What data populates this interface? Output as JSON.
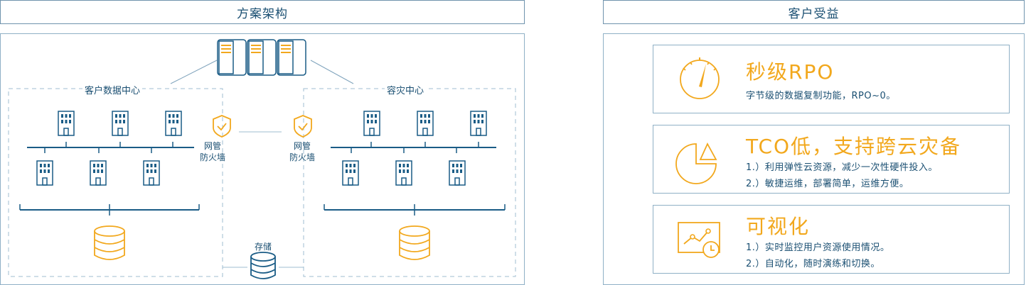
{
  "left_header": "方案架构",
  "right_header": "客户受益",
  "architecture": {
    "customer_dc_label": "客户数据中心",
    "dr_center_label": "容灾中心",
    "firewall_left": [
      "网管",
      "防火墙"
    ],
    "firewall_right": [
      "网管",
      "防火墙"
    ],
    "storage_label": "存储"
  },
  "benefits": [
    {
      "title": "秒级RPO",
      "lines": [
        "字节级的数据复制功能，RPO~0。"
      ],
      "icon": "stopwatch-icon"
    },
    {
      "title": "TCO低，支持跨云灾备",
      "lines": [
        "1.）利用弹性云资源，减少一次性硬件投入。",
        "2.）敏捷运维，部署简单，运维方便。"
      ],
      "icon": "pie-chart-icon"
    },
    {
      "title": "可视化",
      "lines": [
        "1.）实时监控用户资源使用情况。",
        "2.）自动化，随时演练和切换。"
      ],
      "icon": "monitor-chart-icon"
    }
  ],
  "colors": {
    "primary": "#1a4f72",
    "accent": "#f2a81d",
    "border": "#8fb0c6"
  }
}
